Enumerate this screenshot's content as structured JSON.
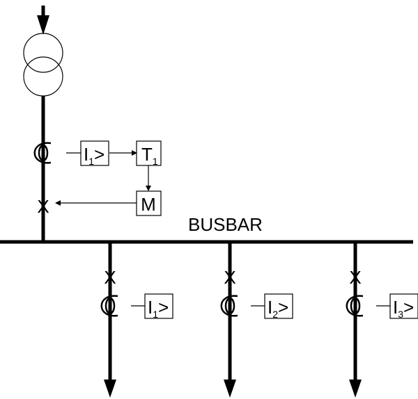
{
  "busbar": {
    "label": "BUSBAR"
  },
  "incomer": {
    "relay": {
      "letter": "I",
      "index": "1",
      "symbol": ">"
    },
    "timer": {
      "letter": "T",
      "index": "1"
    },
    "motor": {
      "label": "M"
    },
    "breaker": {
      "symbol": "X"
    }
  },
  "feeders": [
    {
      "breaker": "X",
      "relay": {
        "letter": "I",
        "index": "1",
        "symbol": ">"
      }
    },
    {
      "breaker": "X",
      "relay": {
        "letter": "I",
        "index": "2",
        "symbol": ">"
      }
    },
    {
      "breaker": "X",
      "relay": {
        "letter": "I",
        "index": "3",
        "symbol": ">"
      }
    }
  ]
}
